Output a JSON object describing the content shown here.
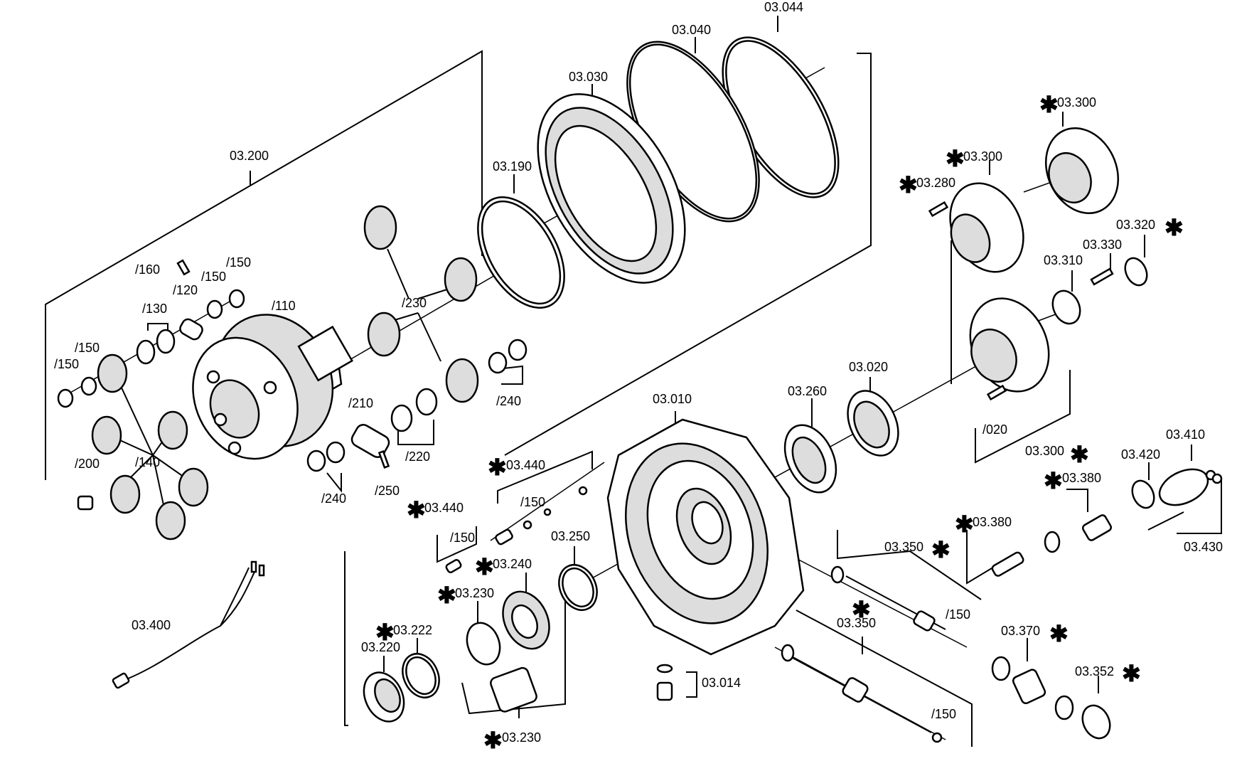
{
  "labels": {
    "l_03_044": "03.044",
    "l_03_040": "03.040",
    "l_03_030": "03.030",
    "l_03_200": "03.200",
    "l_03_190": "03.190",
    "l_160": "/160",
    "l_150a": "/150",
    "l_150b": "/150",
    "l_120": "/120",
    "l_130": "/130",
    "l_110": "/110",
    "l_230": "/230",
    "l_150c": "/150",
    "l_150d": "/150",
    "l_240a": "/240",
    "l_210": "/210",
    "l_220": "/220",
    "l_240b": "/240",
    "l_250": "/250",
    "l_140": "/140",
    "l_200": "/200",
    "l_03_300a": "03.300",
    "l_03_300b": "03.300",
    "l_03_280": "03.280",
    "l_03_320": "03.320",
    "l_03_330": "03.330",
    "l_03_310": "03.310",
    "l_020": "/020",
    "l_03_300c": "03.300",
    "l_03_020": "03.020",
    "l_03_260": "03.260",
    "l_03_010": "03.010",
    "l_03_440a": "03.440",
    "l_150e": "/150",
    "l_03_440b": "03.440",
    "l_150f": "/150",
    "l_03_240": "03.240",
    "l_03_250": "03.250",
    "l_03_230a": "03.230",
    "l_03_222": "03.222",
    "l_03_220": "03.220",
    "l_03_230b": "03.230",
    "l_03_400": "03.400",
    "l_03_014": "03.014",
    "l_03_410": "03.410",
    "l_03_420": "03.420",
    "l_03_380a": "03.380",
    "l_03_380b": "03.380",
    "l_03_430": "03.430",
    "l_03_350a": "03.350",
    "l_150g": "/150",
    "l_03_350b": "03.350",
    "l_03_370": "03.370",
    "l_150h": "/150",
    "l_03_352": "03.352"
  },
  "star_symbol": "✱"
}
